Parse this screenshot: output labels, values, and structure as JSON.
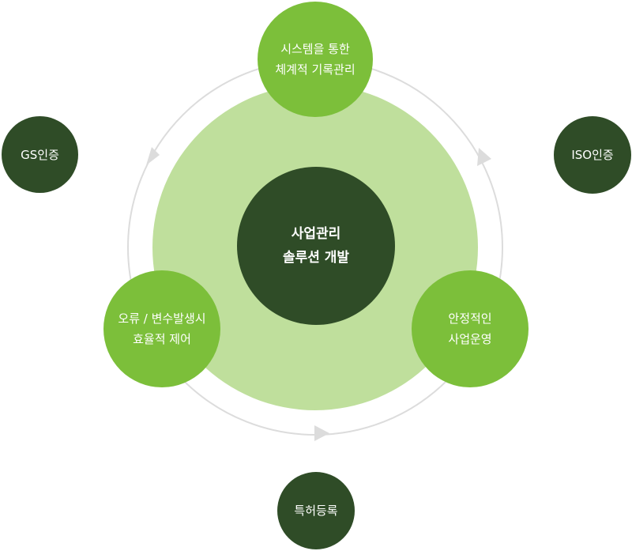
{
  "diagram": {
    "center": {
      "line1": "사업관리",
      "line2": "솔루션 개발"
    },
    "process_nodes": [
      {
        "id": "top",
        "line1": "시스템을 통한",
        "line2": "체계적 기록관리"
      },
      {
        "id": "right",
        "line1": "안정적인",
        "line2": "사업운영"
      },
      {
        "id": "left",
        "line1": "오류 / 변수발생시",
        "line2": "효율적 제어"
      }
    ],
    "certifications": [
      {
        "id": "gs",
        "label": "GS인증"
      },
      {
        "id": "iso",
        "label": "ISO인증"
      },
      {
        "id": "patent",
        "label": "특허등록"
      }
    ],
    "colors": {
      "inner_disc": "#bfdf9c",
      "process_node": "#7cbf3a",
      "dark_node": "#2f4c27",
      "ring": "#dcdcdc",
      "arrow": "#dcdcdc",
      "text_on_node": "#ffffff"
    }
  }
}
